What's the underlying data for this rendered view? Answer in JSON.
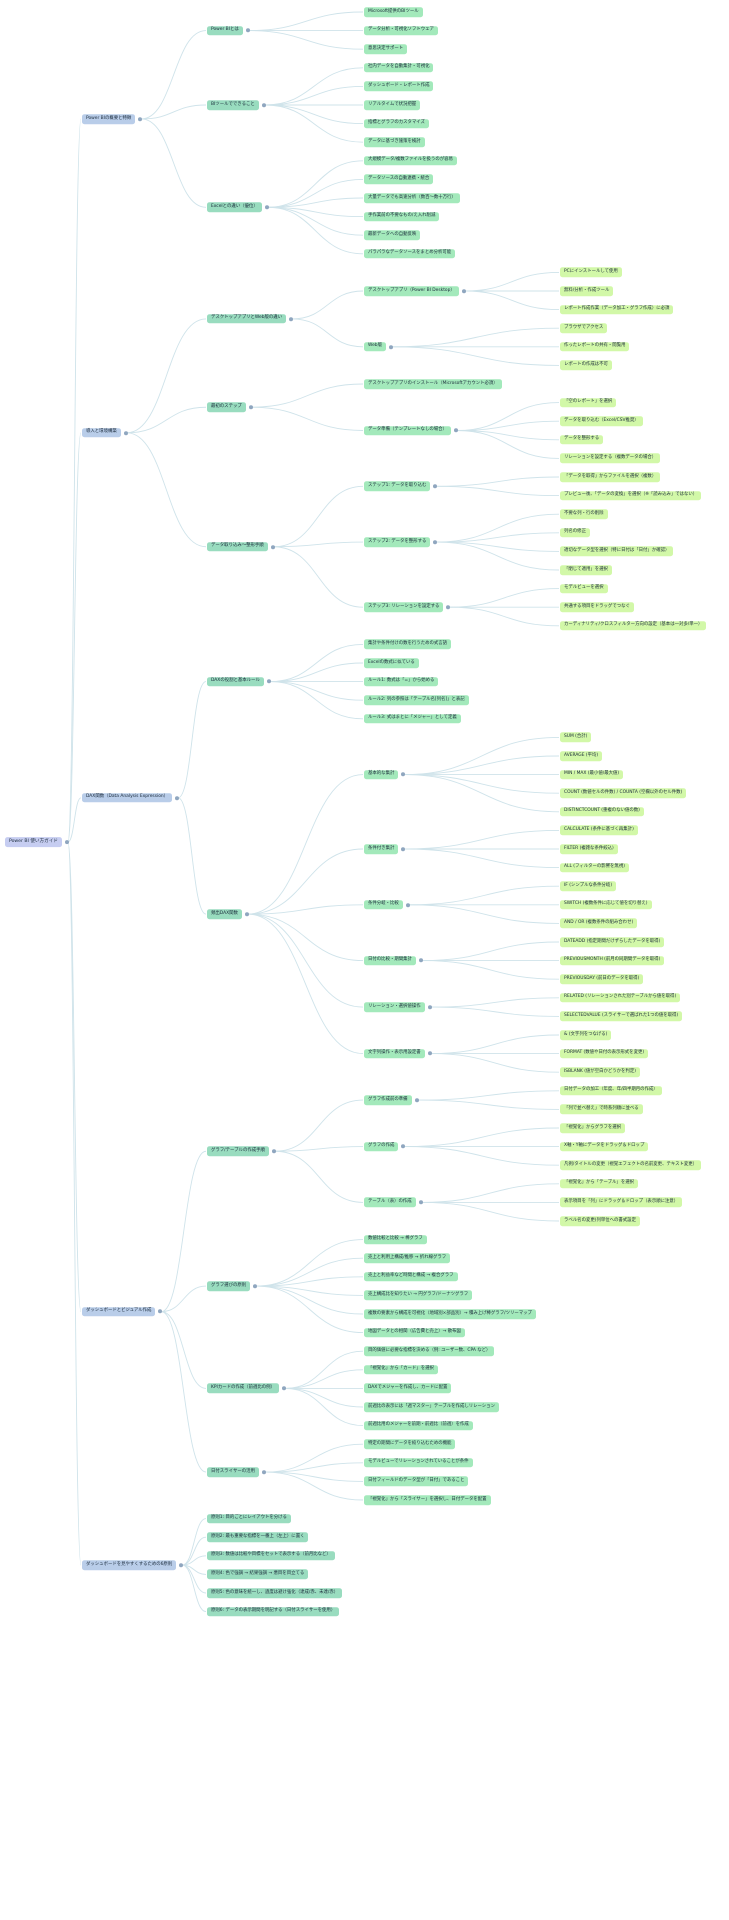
{
  "colors": {
    "root": "#c6cdf1",
    "level1": "#b9cde9",
    "level2": "#99dcbf",
    "level3": "#a3e9bb",
    "leaf": "#d2f8a8",
    "link": "#cfe3ea",
    "dot": "#8fa6bf"
  },
  "tree": {
    "label": "Power BI 使い方ガイド",
    "children": [
      {
        "label": "Power BIの概要と特徴",
        "children": [
          {
            "label": "Power BIとは",
            "children": [
              {
                "label": "Microsoft提供のBIツール"
              },
              {
                "label": "データ分析・可視化ソフトウェア"
              },
              {
                "label": "意思決定サポート"
              }
            ]
          },
          {
            "label": "BIツールでできること",
            "children": [
              {
                "label": "社内データを自動集計・可視化"
              },
              {
                "label": "ダッシュボード・レポート作成"
              },
              {
                "label": "リアルタイムで状況把握"
              },
              {
                "label": "指標とグラフのカスタマイズ"
              },
              {
                "label": "データに基づき施策を検討"
              }
            ]
          },
          {
            "label": "Excelとの違い（優位）",
            "children": [
              {
                "label": "大規模データ/複数ファイルを扱うのが容易"
              },
              {
                "label": "データソースの自動連携・統合"
              },
              {
                "label": "大量データでも高速分析（数百～数十万行）"
              },
              {
                "label": "手作業前の不要なもの/え入れ削減"
              },
              {
                "label": "最新データへの自動反映"
              },
              {
                "label": "パラパラなデータソースをまとめ分析可能"
              }
            ]
          }
        ]
      },
      {
        "label": "導入と環境構築",
        "children": [
          {
            "label": "デスクトップアプリとWeb版の違い",
            "children": [
              {
                "label": "デスクトップアプリ（Power BI Desktop）",
                "children": [
                  {
                    "label": "PCにインストールして使用"
                  },
                  {
                    "label": "無料/分析・作成ツール"
                  },
                  {
                    "label": "レポート作成作業（データ加工・グラフ作成）に必須"
                  }
                ]
              },
              {
                "label": "Web版",
                "children": [
                  {
                    "label": "ブラウザでアクセス"
                  },
                  {
                    "label": "作ったレポートの共有・閲覧用"
                  },
                  {
                    "label": "レポートの作成は不可"
                  }
                ]
              }
            ]
          },
          {
            "label": "最初のステップ",
            "children": [
              {
                "label": "デスクトップアプリのインストール（Microsoftアカウント必須）"
              },
              {
                "label": "データ準備（テンプレートなしの場合）",
                "children": [
                  {
                    "label": "「空のレポート」を選択"
                  },
                  {
                    "label": "データを取り込む（Excel/CSV推奨）"
                  },
                  {
                    "label": "データを整形する"
                  },
                  {
                    "label": "リレーションを設定する（複数データの場合）"
                  }
                ]
              }
            ]
          },
          {
            "label": "データ取り込み～整形手順",
            "children": [
              {
                "label": "ステップ1: データを取り込む",
                "children": [
                  {
                    "label": "「データを取得」からファイルを選択（複数）"
                  },
                  {
                    "label": "プレビュー後、「データの変換」を選択（※「読み込み」ではない）"
                  }
                ]
              },
              {
                "label": "ステップ2: データを整形する",
                "children": [
                  {
                    "label": "不要な列・行の削除"
                  },
                  {
                    "label": "列名の修正"
                  },
                  {
                    "label": "適切なデータ型を選択（特に日付は「日付」か確認）"
                  },
                  {
                    "label": "「閉じて適用」を選択"
                  }
                ]
              },
              {
                "label": "ステップ3: リレーションを設定する",
                "children": [
                  {
                    "label": "モデルビューを選択"
                  },
                  {
                    "label": "共通する項目をドラッグでつなぐ"
                  },
                  {
                    "label": "カーディナリティ/クロスフィルター方向の設定（基本は一対多/単一）"
                  }
                ]
              }
            ]
          }
        ]
      },
      {
        "label": "DAX関数（Data Analysis Expression）",
        "children": [
          {
            "label": "DAXの役割と基本ルール",
            "children": [
              {
                "label": "集計や条件付けの数を行うための式言語"
              },
              {
                "label": "Excelの数式に似ている"
              },
              {
                "label": "ルール1: 数式は「=」から始める"
              },
              {
                "label": "ルール2: 列の参照は「テーブル名[列名]」と表記"
              },
              {
                "label": "ルール3: 式はまとに「メジャー」として定義"
              }
            ]
          },
          {
            "label": "頻出DAX関数",
            "children": [
              {
                "label": "基本的な集計",
                "children": [
                  {
                    "label": "SUM (合計)"
                  },
                  {
                    "label": "AVERAGE (平均)"
                  },
                  {
                    "label": "MIN / MAX (最小値/最大値)"
                  },
                  {
                    "label": "COUNT (数値セルの件数) / COUNTA (空欄以外のセル件数)"
                  },
                  {
                    "label": "DISTINCTCOUNT (重複のない値の数)"
                  }
                ]
              },
              {
                "label": "条件付き集計",
                "children": [
                  {
                    "label": "CALCULATE (条件に基づく再集計)"
                  },
                  {
                    "label": "FILTER (複雑な条件絞込)"
                  },
                  {
                    "label": "ALL (フィルターの影響を無視)"
                  }
                ]
              },
              {
                "label": "条件分岐・比較",
                "children": [
                  {
                    "label": "IF (シンプルな条件分岐)"
                  },
                  {
                    "label": "SWITCH (複数条件に応じて値を切り替え)"
                  },
                  {
                    "label": "AND / OR (複数条件の組み合わせ)"
                  }
                ]
              },
              {
                "label": "日付の比較・期間集計",
                "children": [
                  {
                    "label": "DATEADD (指定期間だけずらしたデータを取得)"
                  },
                  {
                    "label": "PREVIOUSMONTH (前月の同期間データを取得)"
                  },
                  {
                    "label": "PREVIOUSDAY (前日のデータを取得)"
                  }
                ]
              },
              {
                "label": "リレーション・選択値操作",
                "children": [
                  {
                    "label": "RELATED (リレーションされた別テーブルから値を取得)"
                  },
                  {
                    "label": "SELECTEDVALUE (スライサーで選ばれた1つの値を取得)"
                  }
                ]
              },
              {
                "label": "文字列操作・表示用設定書",
                "children": [
                  {
                    "label": "& (文字列をつなげる)"
                  },
                  {
                    "label": "FORMAT (数値や日付の表示形式を変更)"
                  },
                  {
                    "label": "ISBLANK (値が空白かどうかを判定)"
                  }
                ]
              }
            ]
          }
        ]
      },
      {
        "label": "ダッシュボードとビジュアル作成",
        "children": [
          {
            "label": "グラフ/テーブルの作成手順",
            "children": [
              {
                "label": "グラフ作成前の準備",
                "children": [
                  {
                    "label": "日付データの加工（年度、年/四半期月の作成）"
                  },
                  {
                    "label": "「列で並べ替え」で時系列順に並べる"
                  }
                ]
              },
              {
                "label": "グラフの作成",
                "children": [
                  {
                    "label": "「視覚化」からグラフを選択"
                  },
                  {
                    "label": "X軸・Y軸にデータをドラッグ＆ドロップ"
                  },
                  {
                    "label": "凡例/タイトルの変更（視覚エフェクトの名前変更、テキスト変更）"
                  }
                ]
              },
              {
                "label": "テーブル（表）の作成",
                "children": [
                  {
                    "label": "「視覚化」から「テーブル」を選択"
                  },
                  {
                    "label": "表示項目を「列」にドラッグ＆ドロップ（表示順に注意）"
                  },
                  {
                    "label": "ラベル名の変更(列単位への書式設定"
                  }
                ]
              }
            ]
          },
          {
            "label": "グラフ選びの原則",
            "children": [
              {
                "label": "数値比較と比較 → 棒グラフ"
              },
              {
                "label": "売上と利用上構成/推移 → 折れ線グラフ"
              },
              {
                "label": "売上と利益率など時間と構成 → 複合グラフ"
              },
              {
                "label": "売上構成比を知りたい → 円グラフ/ドーナツグラフ"
              },
              {
                "label": "複数の要素から構成を可視化（地域別×部品別）→ 積み上げ棒グラフ/ツリーマップ"
              },
              {
                "label": "地図データとの相関（広告費と売上）→ 散布図"
              }
            ]
          },
          {
            "label": "KPIカードの作成（前週比の例）",
            "children": [
              {
                "label": "目的価値に必要な指標を決める（例: ユーザー数、CPA など）"
              },
              {
                "label": "「視覚化」から「カード」を選択"
              },
              {
                "label": "DAXでメジャーを作成し、カードに配置"
              },
              {
                "label": "前週比の表示には「週マスター」テーブルを作成しリレーション"
              },
              {
                "label": "前週比用のメジャーを前期・前週比（前週）を作成"
              }
            ]
          },
          {
            "label": "日付スライサーの活用",
            "children": [
              {
                "label": "特定の期間にデータを絞り込むための機能"
              },
              {
                "label": "モデルビューでリレーションされていることが条件"
              },
              {
                "label": "日付フィールドのデータ型が「日付」であること"
              },
              {
                "label": "「視覚化」から「スライサー」を選択し、日付データを配置"
              }
            ]
          }
        ]
      },
      {
        "label": "ダッシュボードを見やすくするための6原則",
        "children": [
          {
            "label": "原則1: 目的ごとにレイアウトを分ける"
          },
          {
            "label": "原則2: 最も重要な指標を一番上（左上）に置く"
          },
          {
            "label": "原則3: 数値は比較や目標をセットで表示する（前月比など）"
          },
          {
            "label": "原則4: 色で強調 → 結果強調 → 悪目を目立てる"
          },
          {
            "label": "原則5: 色の意味を統一し、過度は避け強化（達成/赤、未達/赤）"
          },
          {
            "label": "原則6: データの表示期間を明記する（日付スライサーを使用）"
          }
        ]
      }
    ]
  }
}
